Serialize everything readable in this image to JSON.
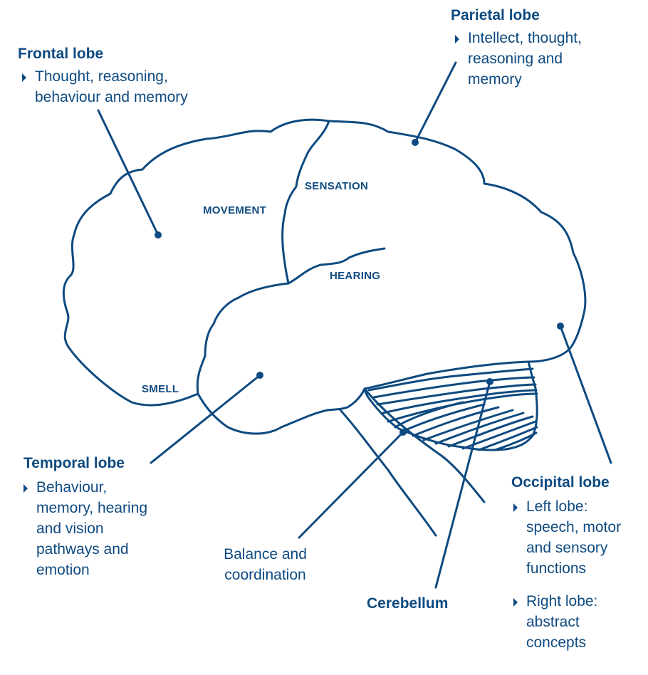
{
  "colors": {
    "ink": "#0e4a80",
    "background": "#ffffff"
  },
  "labels": {
    "frontal": {
      "title": "Frontal lobe",
      "desc_line1": "Thought, reasoning,",
      "desc_line2": "behaviour and memory"
    },
    "parietal": {
      "title": "Parietal lobe",
      "desc_line1": "Intellect, thought,",
      "desc_line2": "reasoning and",
      "desc_line3": "memory"
    },
    "temporal": {
      "title": "Temporal lobe",
      "desc_line1": "Behaviour,",
      "desc_line2": "memory, hearing",
      "desc_line3": "and vision",
      "desc_line4": "pathways and",
      "desc_line5": "emotion"
    },
    "occipital": {
      "title": "Occipital lobe",
      "left_line1": "Left lobe:",
      "left_line2": "speech, motor",
      "left_line3": "and sensory",
      "left_line4": "functions",
      "right_line1": "Right lobe:",
      "right_line2": "abstract",
      "right_line3": "concepts"
    },
    "cerebellum": {
      "title": "Cerebellum"
    },
    "balance": {
      "line1": "Balance and",
      "line2": "coordination"
    }
  },
  "regions": {
    "movement": "MOVEMENT",
    "sensation": "SENSATION",
    "hearing": "HEARING",
    "smell": "SMELL"
  }
}
